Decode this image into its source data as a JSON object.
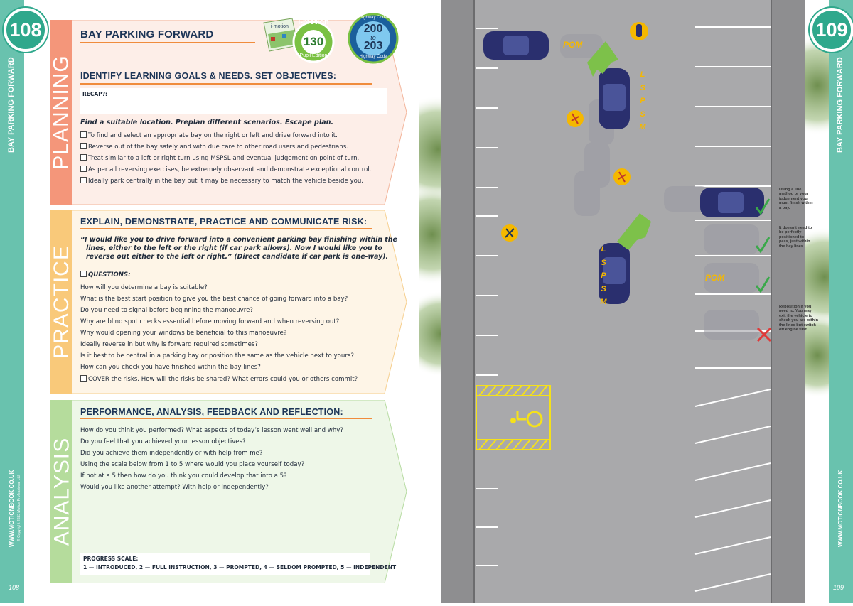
{
  "left_page": {
    "number": "108",
    "side_title": "BAY PARKING FORWARD",
    "website": "WWW.MOTIONBOOK.CO.UK",
    "copyright": "© Copyright 2023 Motion Professional Ltd",
    "footer_number": "108"
  },
  "right_page": {
    "number": "109",
    "side_title": "BAY PARKING FORWARD",
    "website": "WWW.MOTIONBOOK.CO.UK",
    "footer_number": "109"
  },
  "title": "BAY PARKING FORWARD",
  "badges": {
    "imotion": {
      "brand": "i-motion",
      "label": "i-motion",
      "number": "130",
      "sub": "Pupil Edition"
    },
    "highway_code": {
      "top": "Highway Code",
      "line1": "200",
      "line2": "to",
      "line3": "203",
      "bottom": "Highway Code"
    }
  },
  "planning": {
    "label": "PLANNING",
    "heading": "IDENTIFY LEARNING GOALS & NEEDS. SET OBJECTIVES:",
    "recap_label": "RECAP?:",
    "subheading": "Find a suitable location. Preplan different scenarios. Escape plan.",
    "items": [
      "To find and select an appropriate bay on the right or left and drive forward into it.",
      "Reverse out of the bay safely and with due care to other road users and pedestrians.",
      "Treat similar to a left or right turn using MSPSL and eventual judgement on point of turn.",
      "As per all reversing exercises, be extremely observant and demonstrate exceptional control.",
      "Ideally park centrally in the bay but it may be necessary to match the vehicle beside you."
    ]
  },
  "practice": {
    "label": "PRACTICE",
    "heading": "EXPLAIN, DEMONSTRATE, PRACTICE AND COMMUNICATE RISK:",
    "quote_lines": [
      "“I would like you to drive forward into a convenient parking bay finishing within the",
      "lines, either to the left or the right (if car park allows). Now I would like you to",
      "reverse out either to the left or right.” (Direct candidate if car park is one-way)."
    ],
    "questions_label": "QUESTIONS:",
    "questions": [
      "How will you determine a bay is suitable?",
      "What is the best start position to give you the best chance of going forward into a bay?",
      "Do you need to signal before beginning the manoeuvre?",
      "Why are blind spot checks essential before moving forward and when reversing out?",
      "Why would opening your windows be beneficial to this manoeuvre?",
      "Ideally reverse in but why is forward required sometimes?",
      "Is it best to be central in a parking bay or position the same as the vehicle next to yours?",
      "How can you check you have finished within the bay lines?"
    ],
    "cover": "COVER the risks. How will the risks be shared? What errors could you or others commit?"
  },
  "analysis": {
    "label": "ANALYSIS",
    "heading": "PERFORMANCE, ANALYSIS, FEEDBACK AND REFLECTION:",
    "questions": [
      "How do you think you performed? What aspects of today’s lesson went well and why?",
      "Do you feel that you achieved your lesson objectives?",
      "Did you achieve them independently or with help from me?",
      "Using the scale below from 1 to 5 where would you place yourself today?",
      "If not at a 5 then how do you think you could develop that into a 5?",
      "Would you like another attempt? With help or independently?"
    ],
    "progress_label": "PROGRESS SCALE:",
    "progress_scale": "1 — INTRODUCED, 2 — FULL INSTRUCTION, 3 — PROMPTED, 4 — SELDOM PROMPTED, 5 — INDEPENDENT"
  },
  "diagram": {
    "pom_top": "POM",
    "pom_right": "POM",
    "lspsm_top": [
      "L",
      "S",
      "P",
      "S",
      "M"
    ],
    "lspsm_bottom": [
      "L",
      "S",
      "P",
      "S",
      "M"
    ],
    "notes": [
      {
        "lines": [
          "Using a line",
          "method or your",
          "judgement you",
          "must finish within",
          "a bay."
        ]
      },
      {
        "lines": [
          "It doesn’t need to",
          "be perfectly",
          "positioned to",
          "pass, just within",
          "the bay lines."
        ]
      },
      {
        "lines": [
          "Reposition if you",
          "need to. You may",
          "exit the vehicle to",
          "check you are within",
          "the lines but switch",
          "off engine first."
        ]
      }
    ],
    "colors": {
      "road": "#a9a9ab",
      "lines": "#ffffff",
      "car": "#2a2f6e",
      "arrow": "#7dc14a",
      "accent": "#f5b800",
      "tick": "#3aa84a",
      "cross": "#e03a3a"
    }
  }
}
